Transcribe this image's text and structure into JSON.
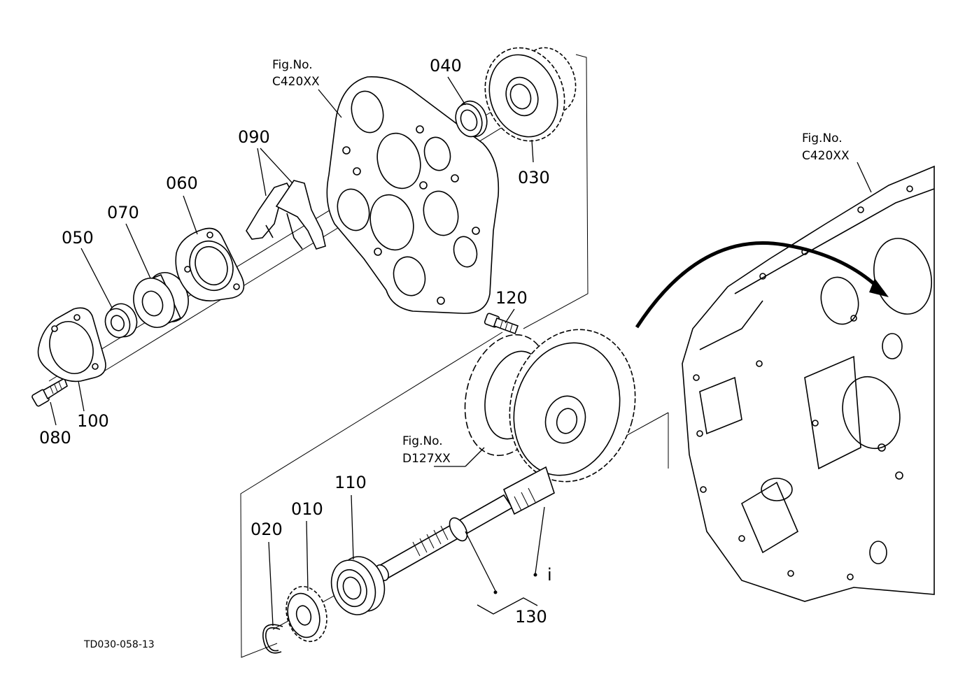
{
  "diagram": {
    "figure_code": "TD030-058-13",
    "references": [
      {
        "id": "ref-top",
        "label_line1": "Fig.No.",
        "label_line2": "C420XX"
      },
      {
        "id": "ref-right",
        "label_line1": "Fig.No.",
        "label_line2": "C420XX"
      },
      {
        "id": "ref-diff",
        "label_line1": "Fig.No.",
        "label_line2": "D127XX"
      }
    ],
    "parts": [
      {
        "id": "010",
        "label": "010"
      },
      {
        "id": "020",
        "label": "020"
      },
      {
        "id": "030",
        "label": "030"
      },
      {
        "id": "040",
        "label": "040"
      },
      {
        "id": "050",
        "label": "050"
      },
      {
        "id": "060",
        "label": "060"
      },
      {
        "id": "070",
        "label": "070"
      },
      {
        "id": "080",
        "label": "080"
      },
      {
        "id": "090",
        "label": "090"
      },
      {
        "id": "100",
        "label": "100"
      },
      {
        "id": "110",
        "label": "110"
      },
      {
        "id": "120",
        "label": "120"
      },
      {
        "id": "130",
        "label": "130"
      }
    ],
    "marker": "i"
  }
}
